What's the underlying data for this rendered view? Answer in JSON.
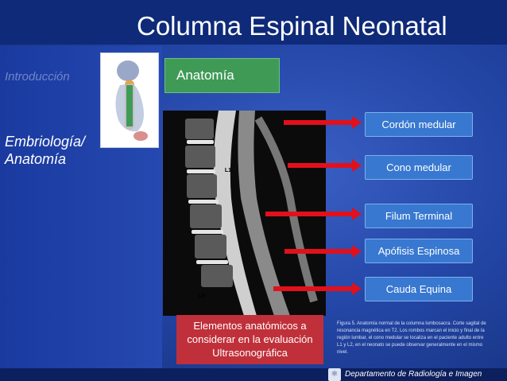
{
  "title": "Columna Espinal Neonatal",
  "sidebar": {
    "intro_label": "Introducción",
    "active_label": "Embriología/ Anatomía"
  },
  "section": {
    "label": "Anatomía"
  },
  "mri": {
    "marker_top": "L1",
    "marker_bottom": "L5"
  },
  "labels": [
    "Cordón medular",
    "Cono medular",
    "Filum Terminal",
    "Apófisis  Espinosa",
    "Cauda Equina"
  ],
  "caption": "Elementos anatómicos a considerar en la evaluación Ultrasonográfica",
  "figure_note": "Figura 5. Anatomía normal de la columna lumbosacra. Corte sagital de resonancia magnética en T2. Los rombos marcan el inicio y final de la región lumbar, el cono medular se localiza en el paciente adulto entre L1 y L2, en el neonato se puede observar generalmente en el mismo nivel.",
  "footer": {
    "text": "Departamento de Radiología e Imagen"
  },
  "colors": {
    "accent_green": "#3f9a56",
    "arrow_red": "#e2101b",
    "pill_blue": "#3878d0",
    "caption_red": "#c0303a"
  }
}
